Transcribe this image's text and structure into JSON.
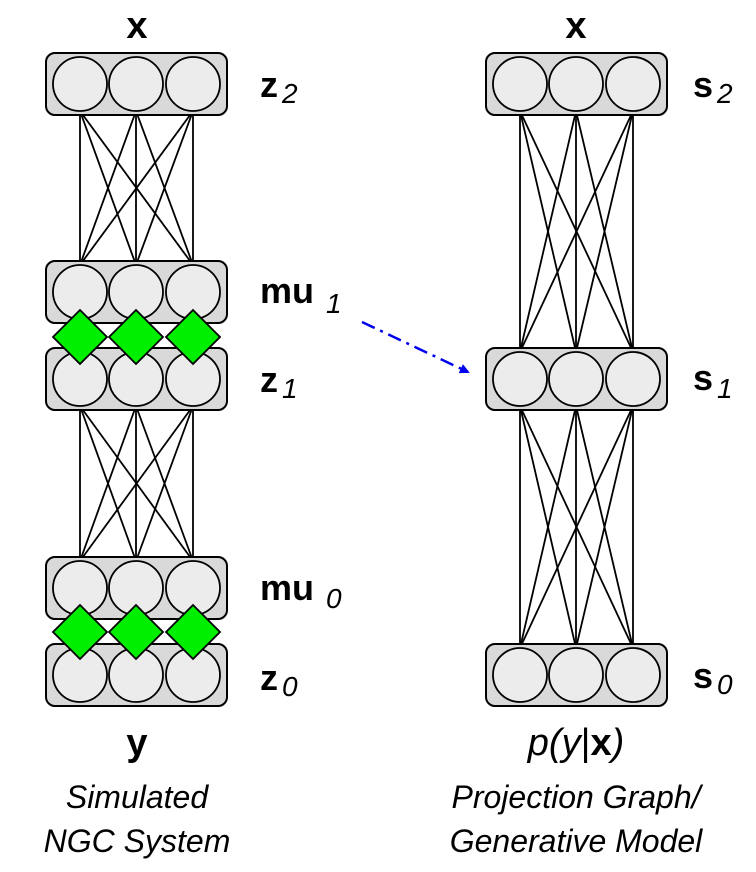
{
  "left": {
    "top_label": "x",
    "bottom_label": "y",
    "caption_line1": "Simulated",
    "caption_line2": "NGC System",
    "layers": {
      "z2": {
        "base": "z",
        "sub": "2"
      },
      "mu1": {
        "base": "mu",
        "sub": "1"
      },
      "z1": {
        "base": "z",
        "sub": "1"
      },
      "mu0": {
        "base": "mu",
        "sub": "0"
      },
      "z0": {
        "base": "z",
        "sub": "0"
      }
    }
  },
  "right": {
    "top_label": "x",
    "formula_p": "p(",
    "formula_y": "y",
    "formula_bar": "|",
    "formula_x": "x",
    "formula_close": ")",
    "caption_line1": "Projection Graph/",
    "caption_line2": "Generative Model",
    "layers": {
      "s2": {
        "base": "s",
        "sub": "2"
      },
      "s1": {
        "base": "s",
        "sub": "1"
      },
      "s0": {
        "base": "s",
        "sub": "0"
      }
    }
  },
  "colors": {
    "diamond": "#00ee00",
    "arrow": "#0000ee",
    "box": "#d9d9d9",
    "node": "#ececec"
  }
}
